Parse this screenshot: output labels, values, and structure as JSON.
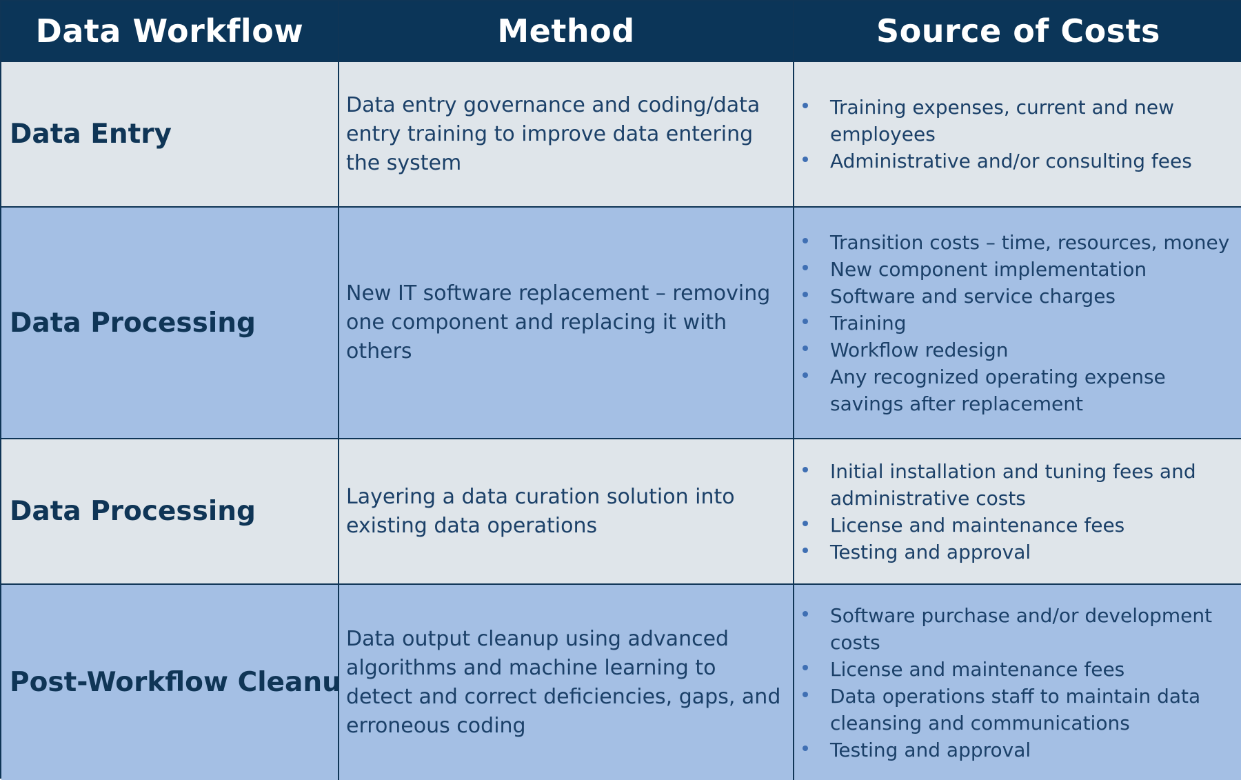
{
  "header": {
    "col1": "Data Workflow",
    "col2": "Method",
    "col3": "Source of Costs"
  },
  "rows": [
    {
      "workflow": "Data Entry",
      "method": "Data entry governance and coding/data entry training to improve data entering the system",
      "costs": [
        "Training expenses, current and new employees",
        "Administrative and/or consulting fees"
      ]
    },
    {
      "workflow": "Data Processing",
      "method": "New IT software replacement – removing one component and replacing it with others",
      "costs": [
        "Transition costs – time, resources, money",
        "New component implementation",
        "Software and service charges",
        "Training",
        "Workflow redesign",
        "Any recognized operating expense savings after replacement"
      ]
    },
    {
      "workflow": "Data Processing",
      "method": "Layering a data curation solution into existing data operations",
      "costs": [
        "Initial installation and tuning fees and administrative costs",
        "License and maintenance fees",
        "Testing and approval"
      ]
    },
    {
      "workflow": "Post-Workflow Cleanup",
      "method": "Data output cleanup using advanced algorithms and machine learning to detect and correct deficiencies, gaps, and erroneous coding",
      "costs": [
        "Software purchase and/or development costs",
        "License and maintenance fees",
        "Data operations staff to maintain data cleansing and communications",
        "Testing and approval"
      ]
    }
  ],
  "colors": {
    "header_bg": "#0b3558",
    "row_light": "#dfe5ea",
    "row_blue": "#a4bfe4",
    "text": "#1b4068",
    "bullet": "#3f6fb3"
  }
}
